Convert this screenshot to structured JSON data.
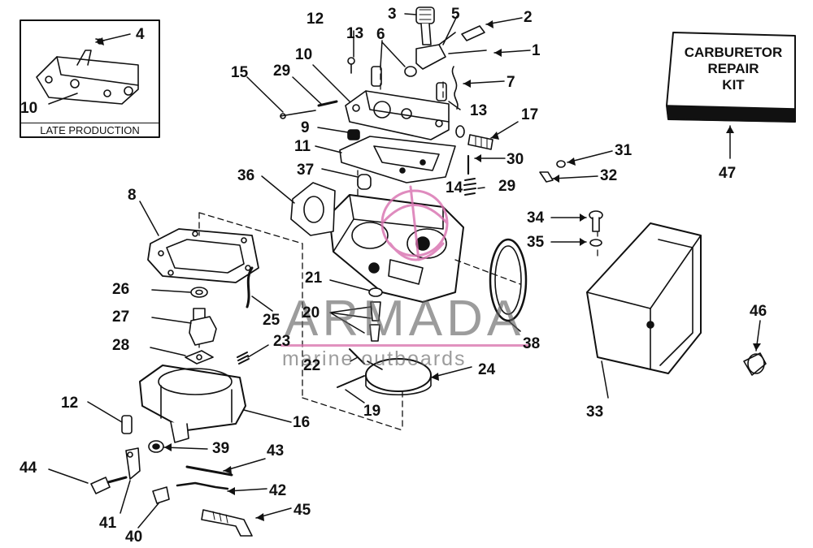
{
  "inset": {
    "caption": "LATE PRODUCTION"
  },
  "kit_box": {
    "lines": [
      "CARBURETOR",
      "REPAIR",
      "KIT"
    ]
  },
  "watermark": {
    "main": "ARMADA",
    "sub": "marine outboards",
    "accent_color": "#d86fae"
  },
  "colors": {
    "ink": "#111111",
    "background": "#ffffff"
  },
  "callouts": {
    "c1": "1",
    "c2": "2",
    "c3": "3",
    "c4": "4",
    "c5": "5",
    "c6": "6",
    "c7": "7",
    "c8": "8",
    "c9": "9",
    "c10_inset": "10",
    "c10_main": "10",
    "c11": "11",
    "c12_top": "12",
    "c12_bottom": "12",
    "c13_top": "13",
    "c13_mid": "13",
    "c14": "14",
    "c15": "15",
    "c16": "16",
    "c17": "17",
    "c19": "19",
    "c20": "20",
    "c21": "21",
    "c22": "22",
    "c23": "23",
    "c24": "24",
    "c25": "25",
    "c26": "26",
    "c27": "27",
    "c28": "28",
    "c29_top": "29",
    "c29_mid": "29",
    "c30": "30",
    "c31": "31",
    "c32": "32",
    "c33": "33",
    "c34": "34",
    "c35": "35",
    "c36": "36",
    "c37": "37",
    "c38": "38",
    "c39": "39",
    "c40": "40",
    "c41": "41",
    "c42": "42",
    "c43": "43",
    "c44": "44",
    "c45": "45",
    "c46": "46",
    "c47": "47"
  }
}
